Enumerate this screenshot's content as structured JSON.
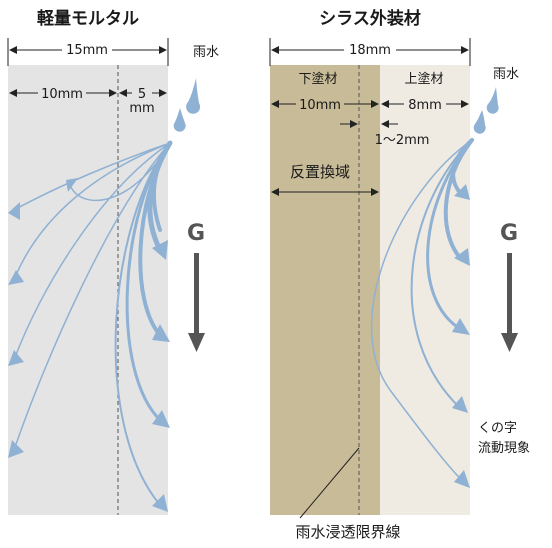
{
  "left_panel": {
    "title": "軽量モルタル",
    "total_width": "15mm",
    "inner_width": "10mm",
    "gap_width_num": "5",
    "gap_width_unit": "mm",
    "rain_label": "雨水",
    "gravity_label": "G"
  },
  "right_panel": {
    "title": "シラス外装材",
    "total_width": "18mm",
    "under_coat": "下塗材",
    "under_coat_width": "10mm",
    "top_coat": "上塗材",
    "top_coat_width": "8mm",
    "gap": "1〜2mm",
    "replacement_zone": "反置換域",
    "rain_label": "雨水",
    "gravity_label": "G",
    "flow_label_line1": "くの字",
    "flow_label_line2": "流動現象",
    "boundary_label": "雨水浸透限界線"
  },
  "colors": {
    "mortar_bg": "#e4e4e4",
    "under_coat": "#c8bb97",
    "top_coat": "#efebe3",
    "arrow": "#8fb1d3",
    "gravity_arrow": "#555555"
  }
}
